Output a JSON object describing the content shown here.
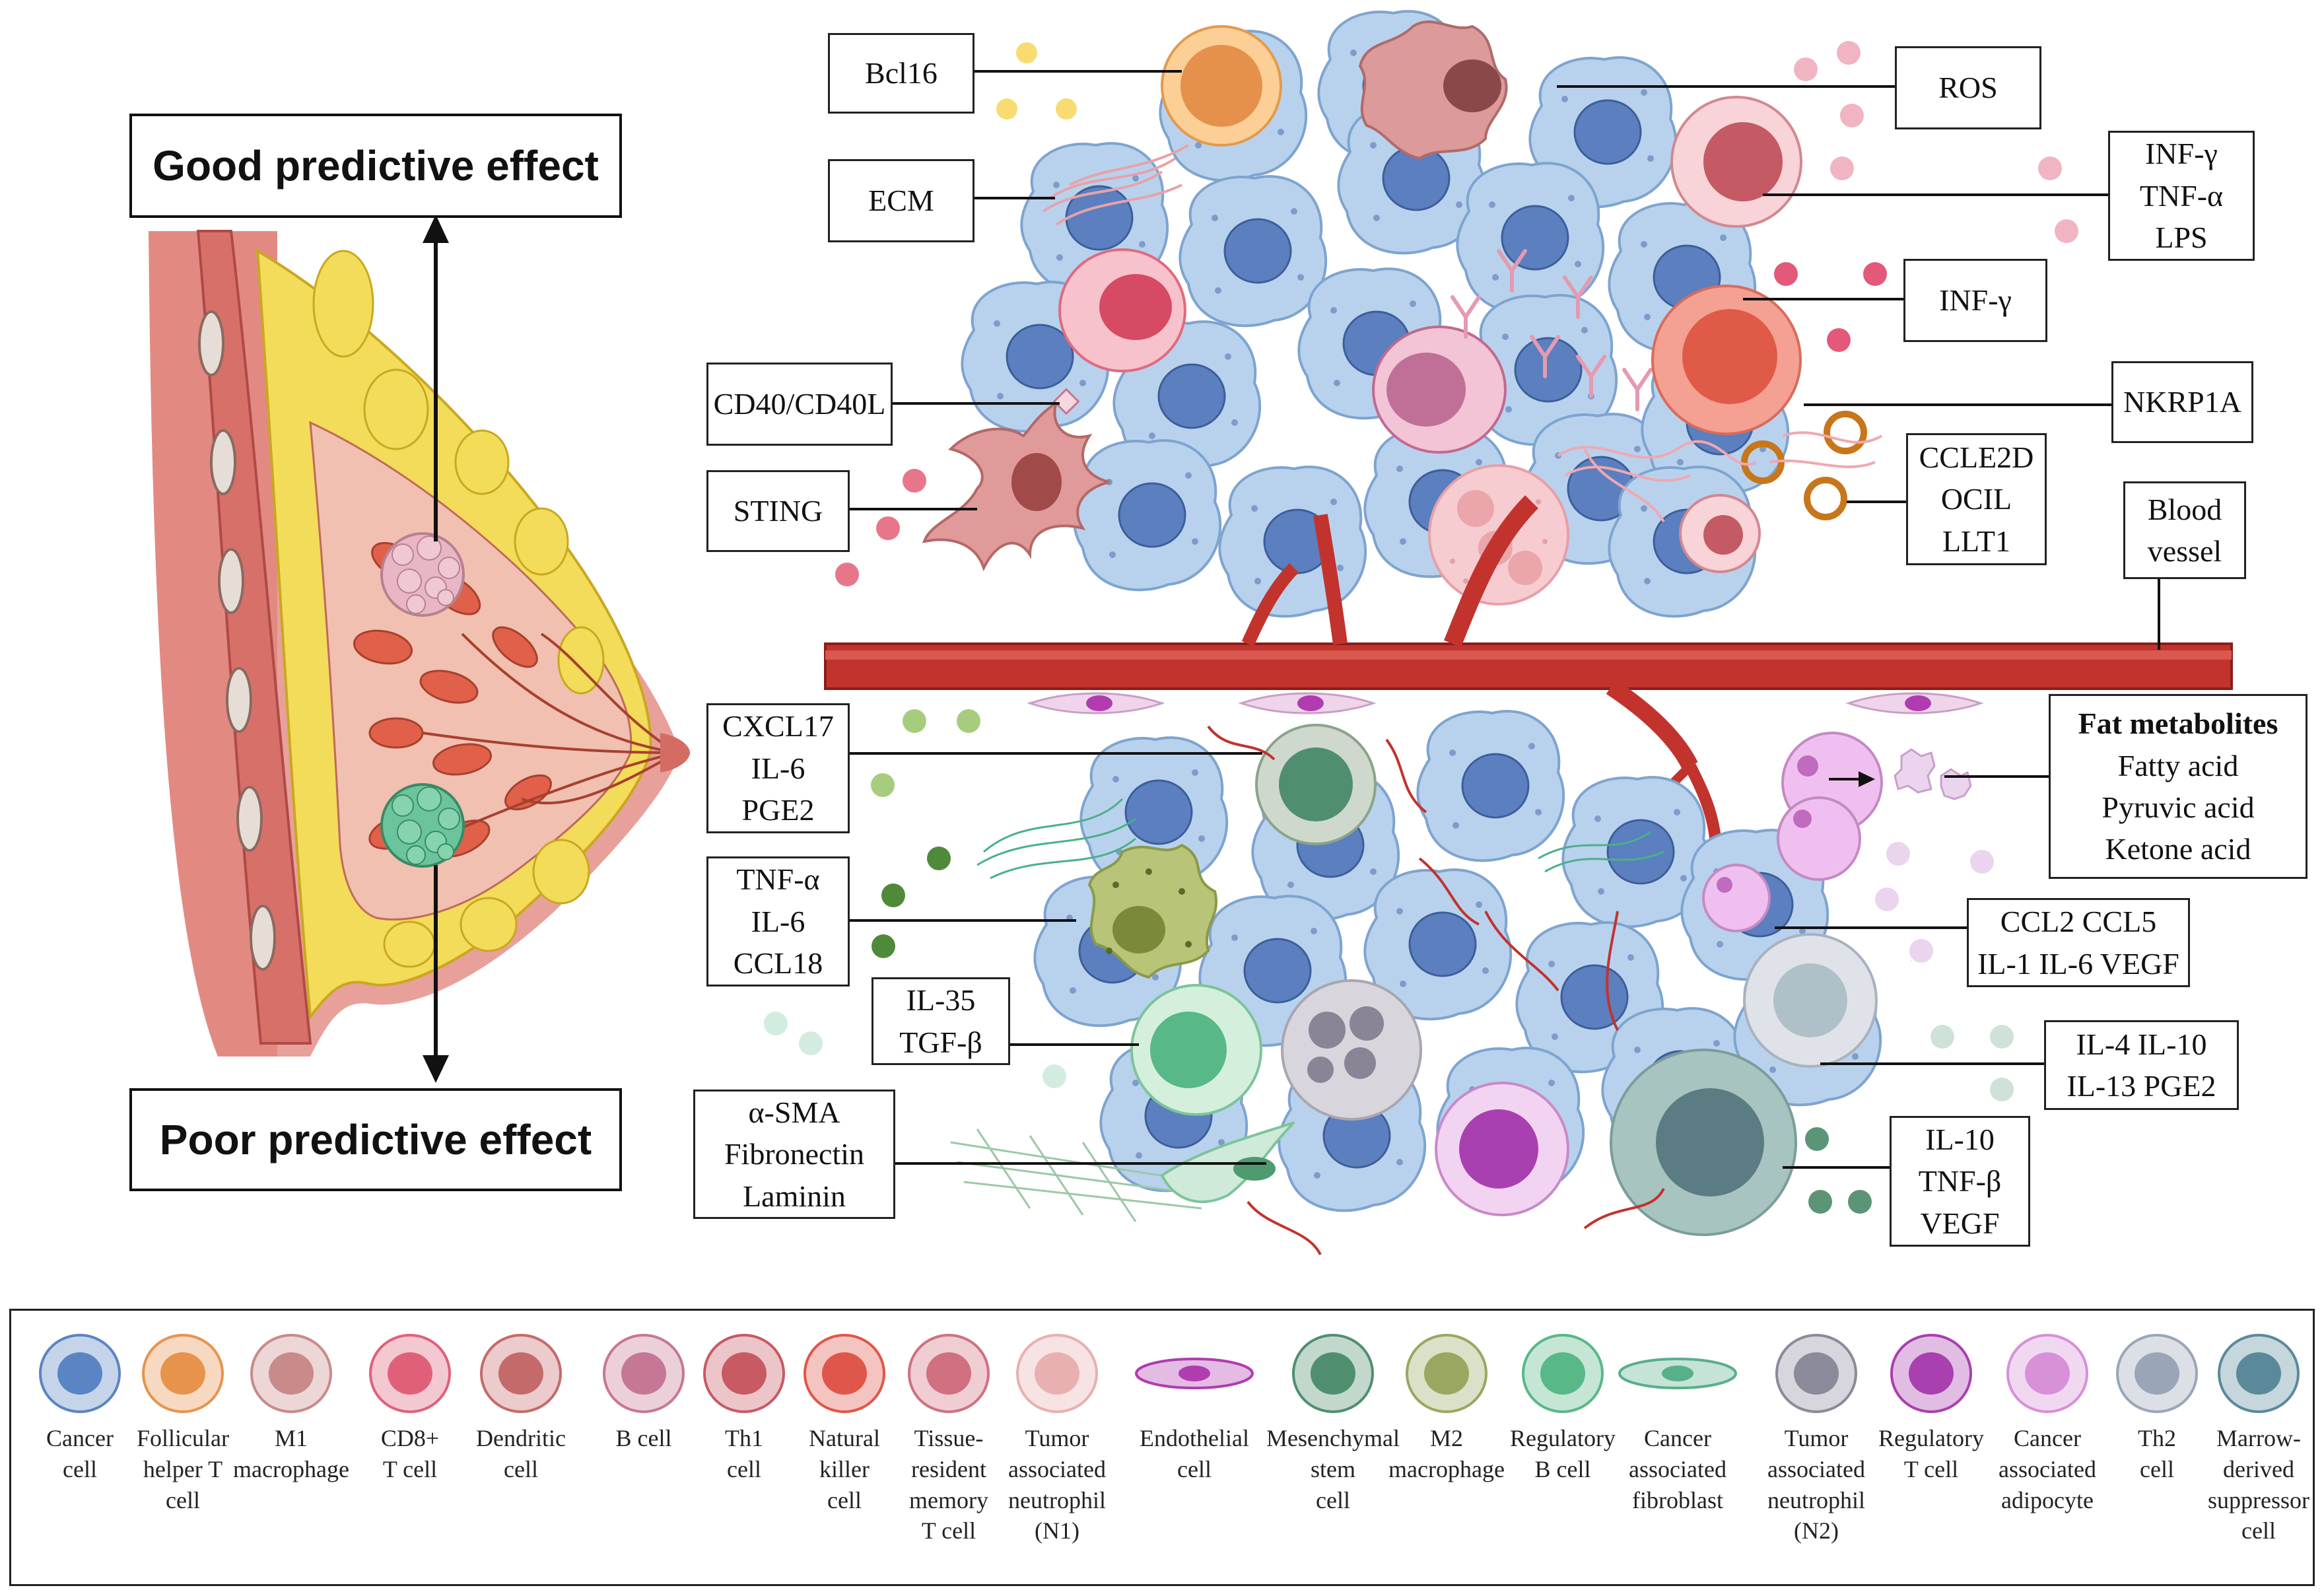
{
  "breast_panel": {
    "good_label": "Good predictive effect",
    "poor_label": "Poor predictive effect"
  },
  "labels": {
    "bcl16": [
      "Bcl16"
    ],
    "ecm": [
      "ECM"
    ],
    "cd40": [
      "CD40/CD40L"
    ],
    "sting": [
      "STING"
    ],
    "ros": [
      "ROS"
    ],
    "th1_signals": [
      "INF-γ",
      "TNF-α",
      "LPS"
    ],
    "nk_inf": [
      "INF-γ"
    ],
    "nkrp1a": [
      "NKRP1A"
    ],
    "clec": [
      "CCLE2D",
      "OCIL",
      "LLT1"
    ],
    "blood_vessel": [
      "Blood",
      "vessel"
    ],
    "cxcl17": [
      "CXCL17",
      "IL-6",
      "PGE2"
    ],
    "tnf_m2": [
      "TNF-α",
      "IL-6",
      "CCL18"
    ],
    "il35": [
      "IL-35",
      "TGF-β"
    ],
    "asma": [
      "α-SMA",
      "Fibronectin",
      "Laminin"
    ],
    "fat_title": "Fat metabolites",
    "fat_items": [
      "Fatty acid",
      "Pyruvic acid",
      "Ketone acid"
    ],
    "ccl2": [
      "CCL2  CCL5",
      "IL-1 IL-6 VEGF"
    ],
    "il4": [
      "IL-4 IL-10",
      "IL-13 PGE2"
    ],
    "il10": [
      "IL-10",
      "TNF-β",
      "VEGF"
    ]
  },
  "legend": [
    {
      "name": "cancer-cell",
      "lines": [
        "Cancer",
        "cell"
      ],
      "color": "#5b84c4"
    },
    {
      "name": "follicular-helper-t-cell",
      "lines": [
        "Follicular",
        "helper T",
        "cell"
      ],
      "color": "#e8934c"
    },
    {
      "name": "m1-macrophage",
      "lines": [
        "M1",
        "macrophage"
      ],
      "color": "#c98a8a"
    },
    {
      "name": "cd8-t-cell",
      "lines": [
        "CD8+",
        "T cell"
      ],
      "color": "#e0607a"
    },
    {
      "name": "dendritic-cell",
      "lines": [
        "Dendritic",
        "cell"
      ],
      "color": "#c56a6a"
    },
    {
      "name": "b-cell",
      "lines": [
        "B cell"
      ],
      "color": "#c77796"
    },
    {
      "name": "th1-cell",
      "lines": [
        "Th1",
        "cell"
      ],
      "color": "#c85a64"
    },
    {
      "name": "natural-killer-cell",
      "lines": [
        "Natural",
        "killer",
        "cell"
      ],
      "color": "#e0564a"
    },
    {
      "name": "tissue-resident-memory-t-cell",
      "lines": [
        "Tissue-",
        "resident",
        "memory",
        "T cell"
      ],
      "color": "#d07080"
    },
    {
      "name": "tumor-associated-neutrophil-n1",
      "lines": [
        "Tumor",
        "associated",
        "neutrophil",
        "(N1)"
      ],
      "color": "#e8b0b0"
    },
    {
      "name": "endothelial-cell",
      "lines": [
        "Endothelial",
        "cell"
      ],
      "color": "#b03cb0"
    },
    {
      "name": "mesenchymal-stem-cell",
      "lines": [
        "Mesenchymal",
        "stem",
        "cell"
      ],
      "color": "#4f8f70"
    },
    {
      "name": "m2-macrophage",
      "lines": [
        "M2",
        "macrophage"
      ],
      "color": "#98a860"
    },
    {
      "name": "regulatory-b-cell",
      "lines": [
        "Regulatory",
        "B cell"
      ],
      "color": "#58b888"
    },
    {
      "name": "cancer-associated-fibroblast",
      "lines": [
        "Cancer",
        "associated",
        "fibroblast"
      ],
      "color": "#58b08a"
    },
    {
      "name": "tumor-associated-neutrophil-n2",
      "lines": [
        "Tumor",
        "associated",
        "neutrophil",
        "(N2)"
      ],
      "color": "#8a8a9a"
    },
    {
      "name": "regulatory-t-cell",
      "lines": [
        "Regulatory",
        "T cell"
      ],
      "color": "#a940b0"
    },
    {
      "name": "cancer-associated-adipocyte",
      "lines": [
        "Cancer",
        "associated",
        "adipocyte"
      ],
      "color": "#d890d8"
    },
    {
      "name": "th2-cell",
      "lines": [
        "Th2",
        "cell"
      ],
      "color": "#9aa6b8"
    },
    {
      "name": "marrow-derived-suppressor-cell",
      "lines": [
        "Marrow-",
        "derived",
        "suppressor",
        "cell"
      ],
      "color": "#5a8a9a"
    }
  ]
}
